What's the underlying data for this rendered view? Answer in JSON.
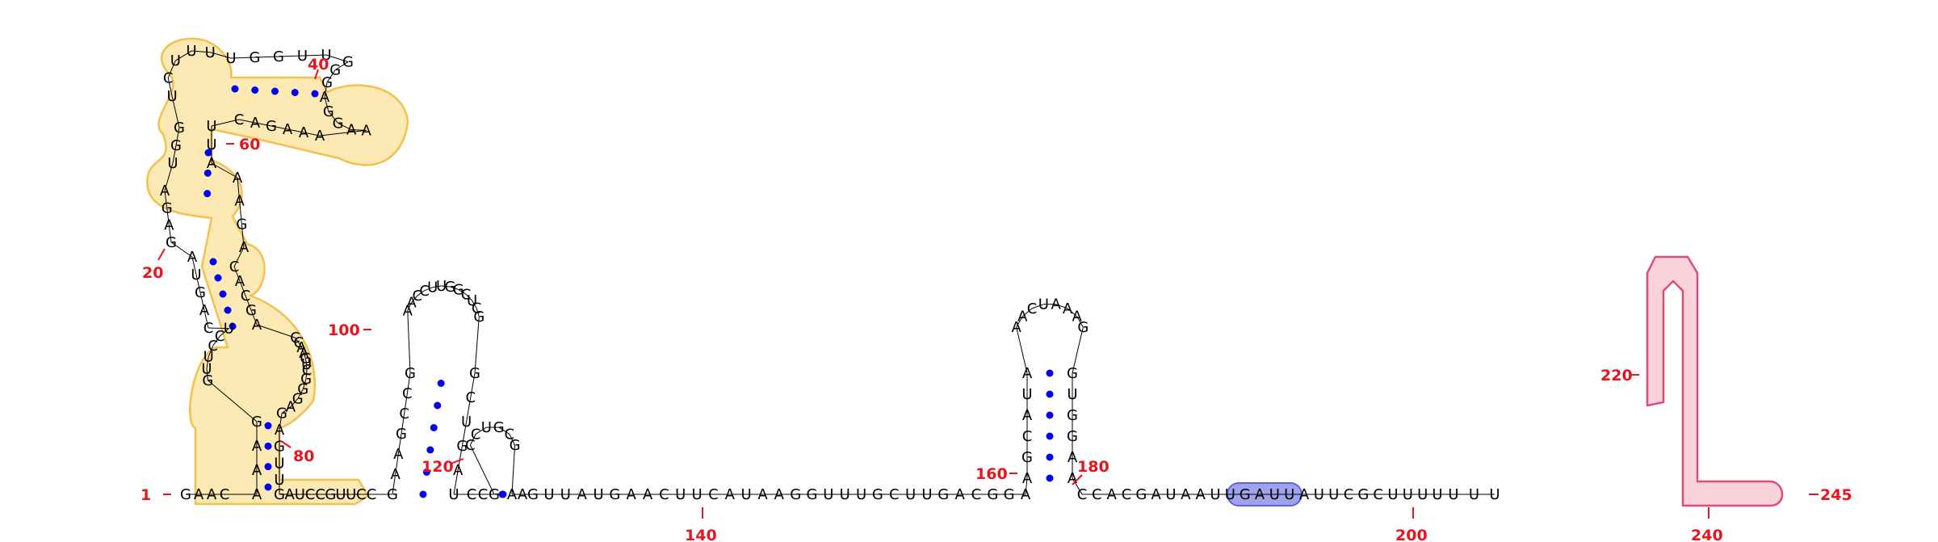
{
  "colors": {
    "yellow_fill": "#fde9b3",
    "yellow_stroke": "#f2c14e",
    "pink_fill": "#fbd3dc",
    "pink_stroke": "#dc4d7a",
    "blue_fill": "#9fa3ec",
    "blue_stroke": "#5e63d6",
    "base_pair_dot": "#0000ee",
    "backbone": "#000000",
    "number_label": "#e8141e"
  },
  "structure": {
    "length": 245,
    "sequence": "GAACAAAGGUUCCUCAGUAGAGAUGGUCUUUUGGUUGGGAGGAAAAAGACUUAAAGACACGACCAAGUCGGGAGAGUUGAUCCGUUCCGAAGCCGAACCUUGGCUCGGCUGAUCCGCCUGCGAAGUUAUGAACUUCAUAAGGUUUGCUUGACGGAAGCAUAAACUAAAGGUGGAACCACGAUAAUUGAUUAUUCGCUUUUUUU",
    "labels": {
      "first": "1",
      "last": "245",
      "n20": "20",
      "n40": "40",
      "n60": "60",
      "n80": "80",
      "n100": "100",
      "n120": "120",
      "n140": "140",
      "n160": "160",
      "n180": "180",
      "n200": "200",
      "n220": "220",
      "n240": "240"
    }
  }
}
